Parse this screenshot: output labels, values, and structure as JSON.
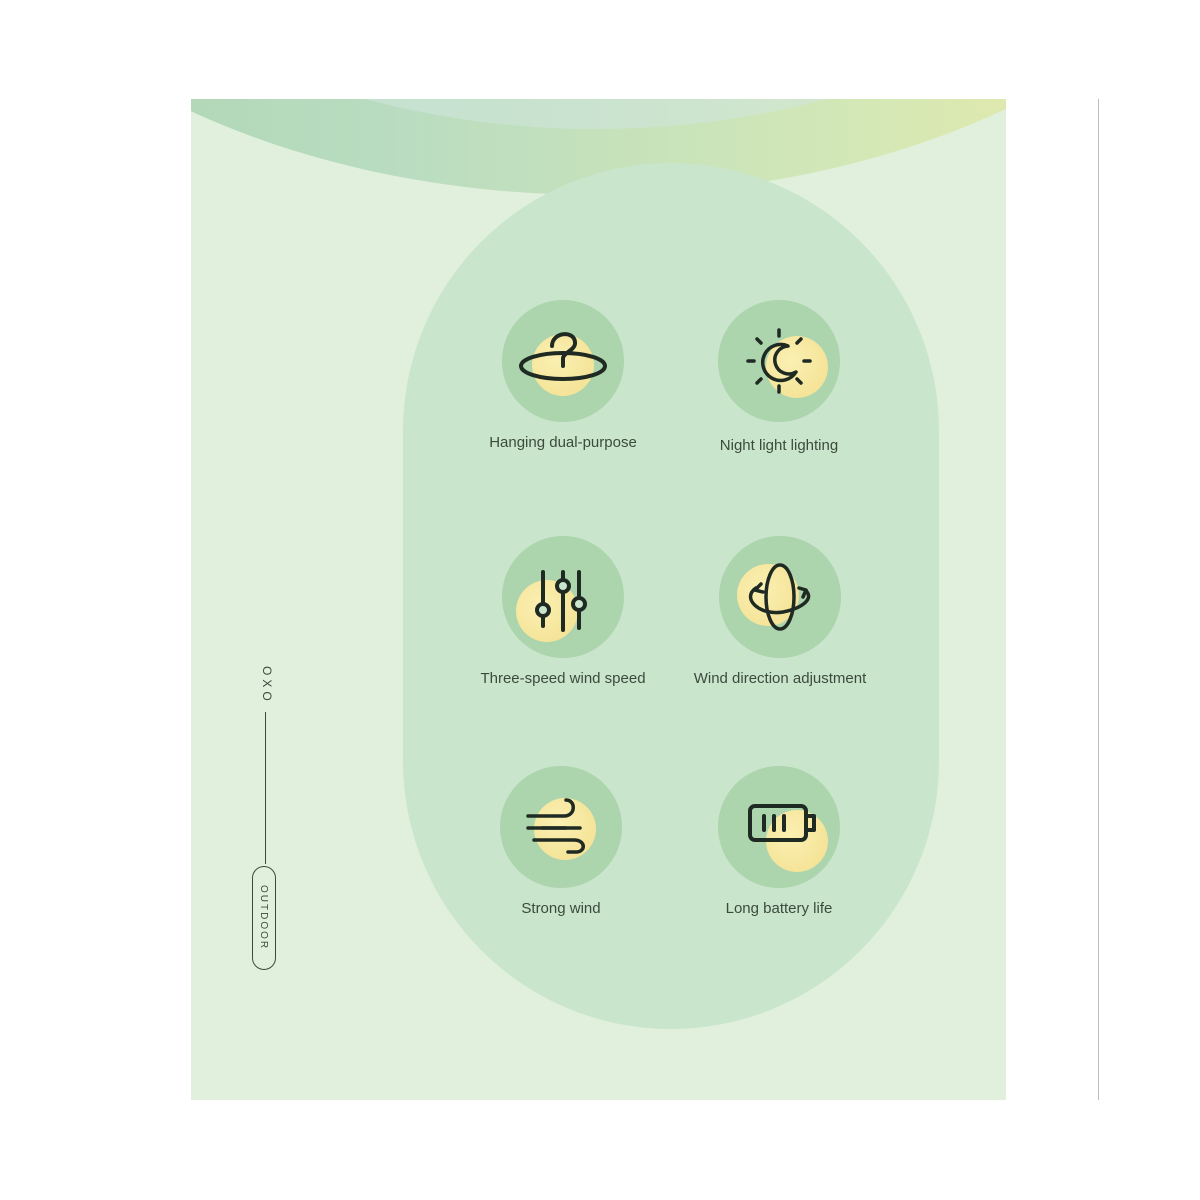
{
  "features": [
    {
      "label": "Hanging dual-purpose",
      "icon": "hanging-hook-icon"
    },
    {
      "label": "Night light lighting",
      "icon": "sun-moon-icon"
    },
    {
      "label": "Three-speed wind speed",
      "icon": "sliders-icon"
    },
    {
      "label": "Wind direction adjustment",
      "icon": "rotation-orbit-icon"
    },
    {
      "label": "Strong wind",
      "icon": "wind-icon"
    },
    {
      "label": "Long battery life",
      "icon": "battery-icon"
    }
  ],
  "brand": {
    "name": "OXO",
    "tag": "OUTDOOR"
  },
  "colors": {
    "background": "#e0f0dc",
    "pill": "#c9e5cb",
    "circle": "#acd4ad",
    "accent": "#f2df8e",
    "ink": "#1f2a22"
  }
}
